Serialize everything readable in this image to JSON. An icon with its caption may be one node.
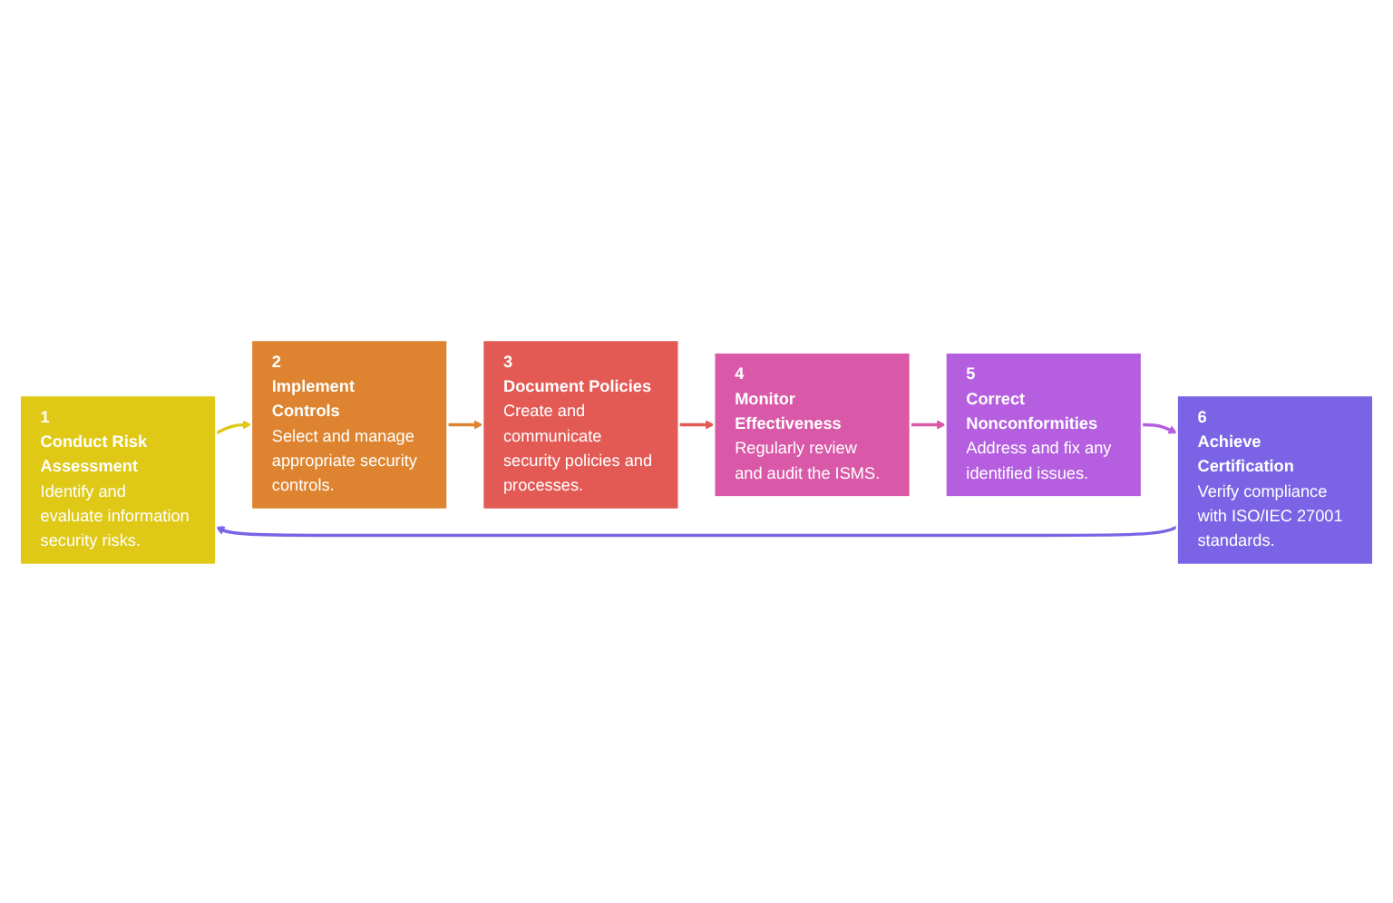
{
  "diagram": {
    "nodes": [
      {
        "text": [
          "1",
          "Conduct Risk Assessment",
          "Identify and evaluate information security risks."
        ]
      },
      {
        "text": [
          "2",
          "Implement Controls",
          "Select and manage appropriate security controls."
        ]
      },
      {
        "text": [
          "3",
          "Document Policies",
          "Create and communicate security policies and processes."
        ]
      },
      {
        "text": [
          "4",
          "Monitor Effectiveness",
          "Regularly review and audit the ISMS."
        ]
      },
      {
        "text": [
          "5",
          "Correct Nonconformities",
          "Address and fix any identified issues."
        ]
      },
      {
        "text": [
          "6",
          "Achieve Certification",
          "Verify compliance with ISO/IEC 27001 standards."
        ]
      }
    ],
    "edges": [
      {
        "from": 0,
        "to": 1,
        "arrow": "to",
        "color": "#dfc916"
      },
      {
        "from": 1,
        "to": 2,
        "arrow": "to",
        "color": "#de8430"
      },
      {
        "from": 2,
        "to": 3,
        "arrow": "to",
        "color": "#e35a55"
      },
      {
        "from": 3,
        "to": 4,
        "arrow": "to",
        "color": "#d958a7"
      },
      {
        "from": 4,
        "to": 5,
        "arrow": "to",
        "color": "#b55ee0"
      },
      {
        "from": 5,
        "to": 0,
        "arrow": "to",
        "color": "#7b63e6"
      }
    ]
  }
}
